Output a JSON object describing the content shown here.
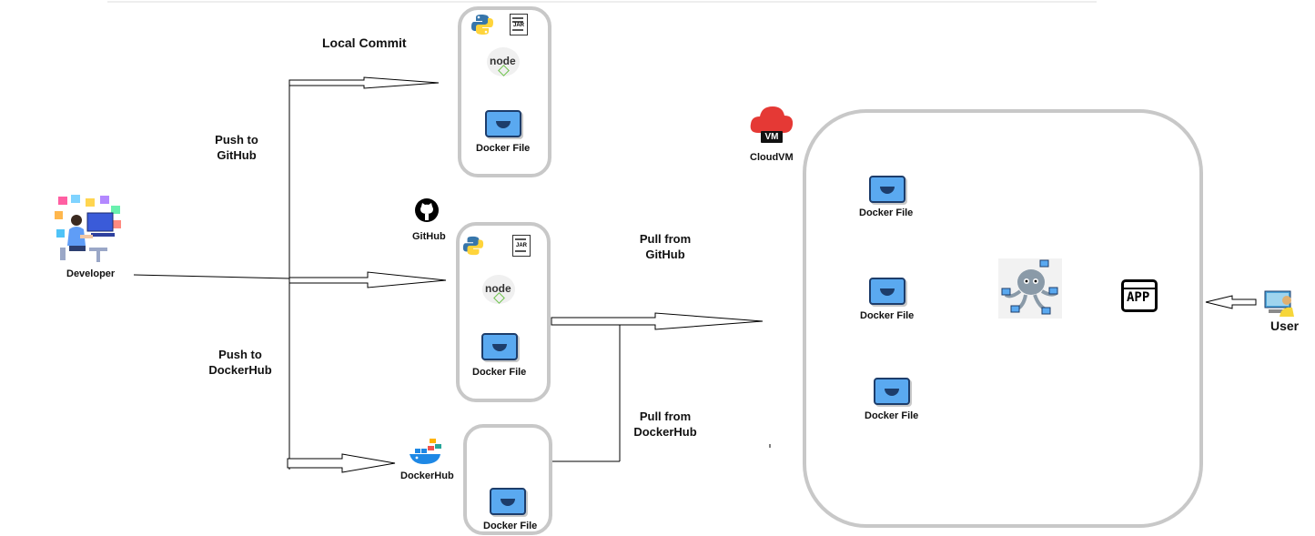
{
  "labels": {
    "local_commit": "Local Commit",
    "push_github": "Push to GitHub",
    "push_dockerhub": "Push to DockerHub",
    "developer": "Developer",
    "github": "GitHub",
    "dockerhub": "DockerHub",
    "pull_github": "Pull from GitHub",
    "pull_dockerhub": "Pull from DockerHub",
    "cloudvm": "CloudVM",
    "user": "User",
    "vm_badge": "VM",
    "app_icon_text": "APP",
    "jar_text": "JAR",
    "node_text": "node"
  },
  "docker_file_label": "Docker File",
  "colors": {
    "box_border": "#c8c8c8",
    "docker_blue": "#5aa9f0",
    "cloud_red": "#e53935",
    "python_blue": "#3776ab",
    "python_yellow": "#ffd43b",
    "node_green": "#6cc24a"
  }
}
